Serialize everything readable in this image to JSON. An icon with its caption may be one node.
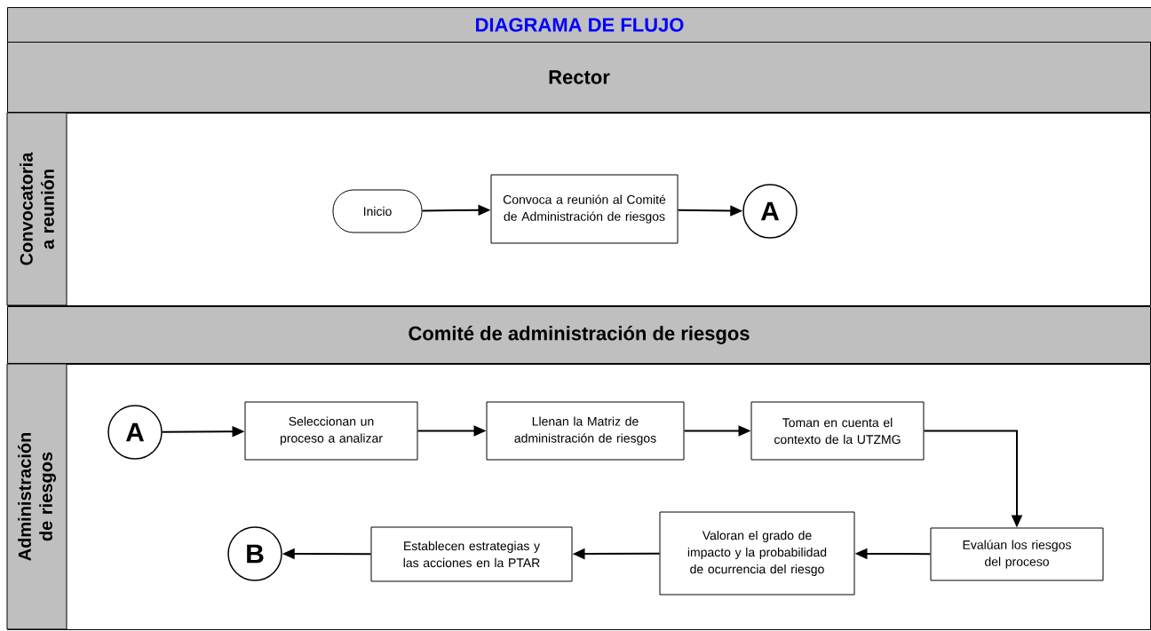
{
  "diagram": {
    "title": "DIAGRAMA DE FLUJO",
    "nodes": [
      {
        "text": [
          "Rector"
        ]
      },
      {
        "text": [
          "Convocatoria a reunión"
        ]
      },
      {
        "text": [
          "Inicio"
        ],
        "in": 1
      },
      {
        "text": [
          "Convoca a reunión al Comité de Administración de riesgos"
        ],
        "in": 1
      },
      {
        "text": [
          "A"
        ],
        "in": 1
      },
      {
        "text": [
          "Comité de administración de riesgos"
        ]
      },
      {
        "text": [
          "Administración de riesgos"
        ]
      },
      {
        "text": [
          "A"
        ],
        "in": 6
      },
      {
        "text": [
          "Seleccionan un proceso a analizar"
        ],
        "in": 6
      },
      {
        "text": [
          "Llenan la Matriz de administración de riesgos"
        ],
        "in": 6
      },
      {
        "text": [
          "Toman en cuenta el contexto de la UTZMG"
        ],
        "in": 6
      },
      {
        "text": [
          "Evalúan los riesgos del proceso"
        ],
        "in": 6
      },
      {
        "text": [
          "Valoran el grado de impacto y la probabilidad de ocurrencia del riesgo"
        ],
        "in": 6
      },
      {
        "text": [
          "Establecen estrategias y las acciones en la PTAR"
        ],
        "in": 6
      },
      {
        "text": [
          "B"
        ],
        "in": 6
      }
    ],
    "edges": [
      {
        "from": 2,
        "to": 3,
        "arrow": "to"
      },
      {
        "from": 3,
        "to": 4,
        "arrow": "to"
      },
      {
        "from": 7,
        "to": 8,
        "arrow": "to"
      },
      {
        "from": 8,
        "to": 9,
        "arrow": "to"
      },
      {
        "from": 9,
        "to": 10,
        "arrow": "to"
      },
      {
        "from": 10,
        "to": 11,
        "arrow": "to"
      },
      {
        "from": 11,
        "to": 12,
        "arrow": "to"
      },
      {
        "from": 12,
        "to": 13,
        "arrow": "to"
      },
      {
        "from": 13,
        "to": 14,
        "arrow": "to"
      }
    ]
  }
}
